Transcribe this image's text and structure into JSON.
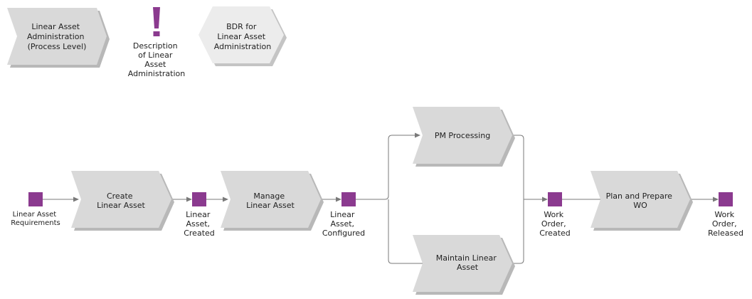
{
  "colors": {
    "process_fill": "#d9d9d9",
    "process_fill_light": "#ececec",
    "event_fill": "#8b3a8f",
    "connector": "#7a7a7a",
    "shadow": "#b8b8b8"
  },
  "header": {
    "process_link": {
      "lines": [
        "Linear Asset",
        "Administration",
        "(Process Level)"
      ]
    },
    "description": {
      "icon": "exclamation-icon",
      "lines": [
        "Description",
        "of Linear",
        "Asset",
        "Administration"
      ]
    },
    "bdr": {
      "lines": [
        "BDR for",
        "Linear Asset",
        "Administration"
      ]
    }
  },
  "flow": {
    "events": {
      "requirements": {
        "lines": [
          "Linear Asset",
          "Requirements"
        ]
      },
      "created": {
        "lines": [
          "Linear",
          "Asset,",
          "Created"
        ]
      },
      "configured": {
        "lines": [
          "Linear",
          "Asset,",
          "Configured"
        ]
      },
      "wo_created": {
        "lines": [
          "Work",
          "Order,",
          "Created"
        ]
      },
      "wo_released": {
        "lines": [
          "Work",
          "Order,",
          "Released"
        ]
      }
    },
    "processes": {
      "create": {
        "lines": [
          "Create",
          "Linear Asset"
        ]
      },
      "manage": {
        "lines": [
          "Manage",
          "Linear Asset"
        ]
      },
      "pm": {
        "lines": [
          "PM Processing"
        ]
      },
      "maintain": {
        "lines": [
          "Maintain Linear",
          "Asset"
        ]
      },
      "plan": {
        "lines": [
          "Plan and Prepare",
          "WO"
        ]
      }
    }
  }
}
